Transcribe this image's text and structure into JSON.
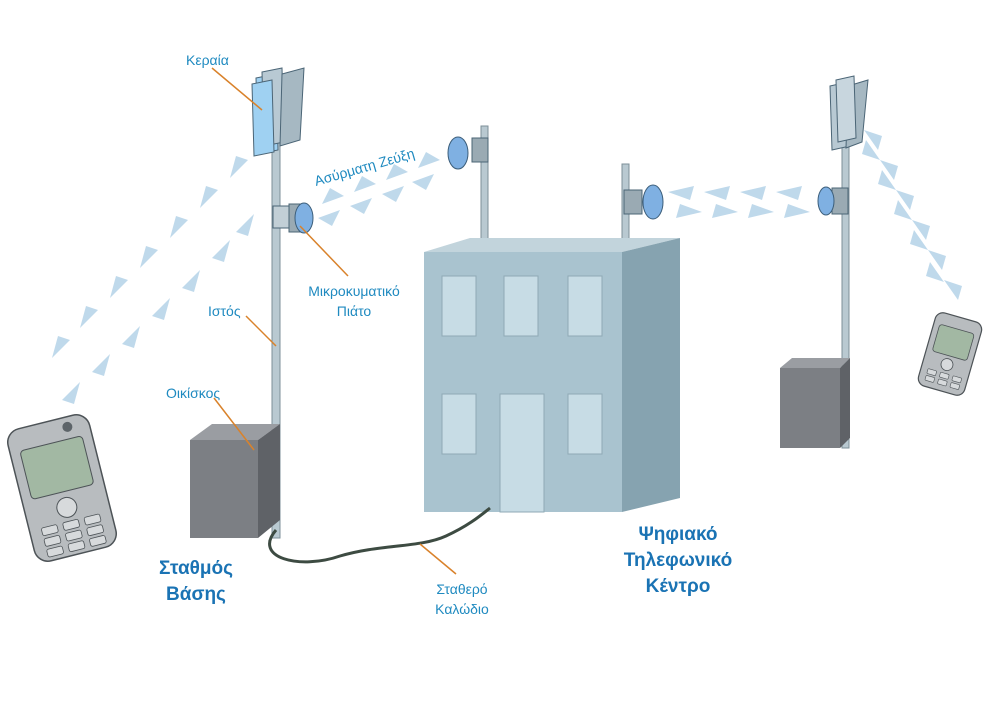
{
  "labels": {
    "antenna": "Κεραία",
    "wireless_link": "Ασύρματη Ζεύξη",
    "microwave_dish_line1": "Μικροκυματικό",
    "microwave_dish_line2": "Πιάτο",
    "mast": "Ιστός",
    "cabin": "Οικίσκος",
    "base_station_line1": "Σταθμός",
    "base_station_line2": "Βάσης",
    "fixed_cable_line1": "Σταθερό",
    "fixed_cable_line2": "Καλώδιο",
    "exchange_line1": "Ψηφιακό",
    "exchange_line2": "Τηλεφωνικό",
    "exchange_line3": "Κέντρο"
  },
  "colors": {
    "label_text": "#1f8ac0",
    "label_bold": "#1a73b4",
    "leader_line": "#d9822b",
    "signal_arrow": "#bcd7ea",
    "building_front": "#a9c3cf",
    "building_side": "#86a3b0",
    "window": "#c7dce5",
    "mast": "#b9c9d1",
    "cabin": "#7c7f84",
    "dish": "#7fb0e2",
    "antenna_panel": "#9fd1f2",
    "cable": "#3d4b42"
  }
}
